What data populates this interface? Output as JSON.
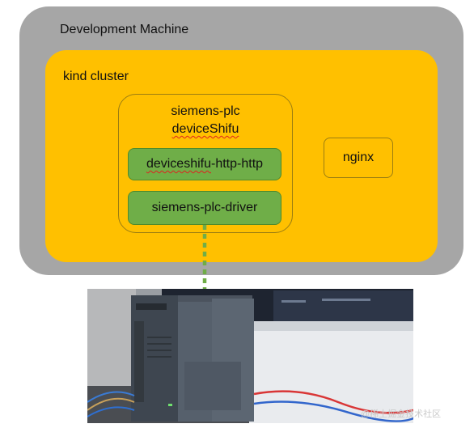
{
  "diagram": {
    "dev_machine_label": "Development Machine",
    "kind_cluster_label": "kind cluster",
    "deviceshifu_group": {
      "line1": "siemens-plc",
      "line2": "deviceShifu"
    },
    "http_box_prefix": "deviceshifu",
    "http_box_suffix": "-http-http",
    "driver_box_label": "siemens-plc-driver",
    "nginx_label": "nginx"
  },
  "watermark": "@稀土掘金技术社区",
  "colors": {
    "dev_machine": "#a6a6a6",
    "kind_cluster": "#ffc000",
    "pod_fill": "#6fae48",
    "connector": "#70ad47"
  }
}
